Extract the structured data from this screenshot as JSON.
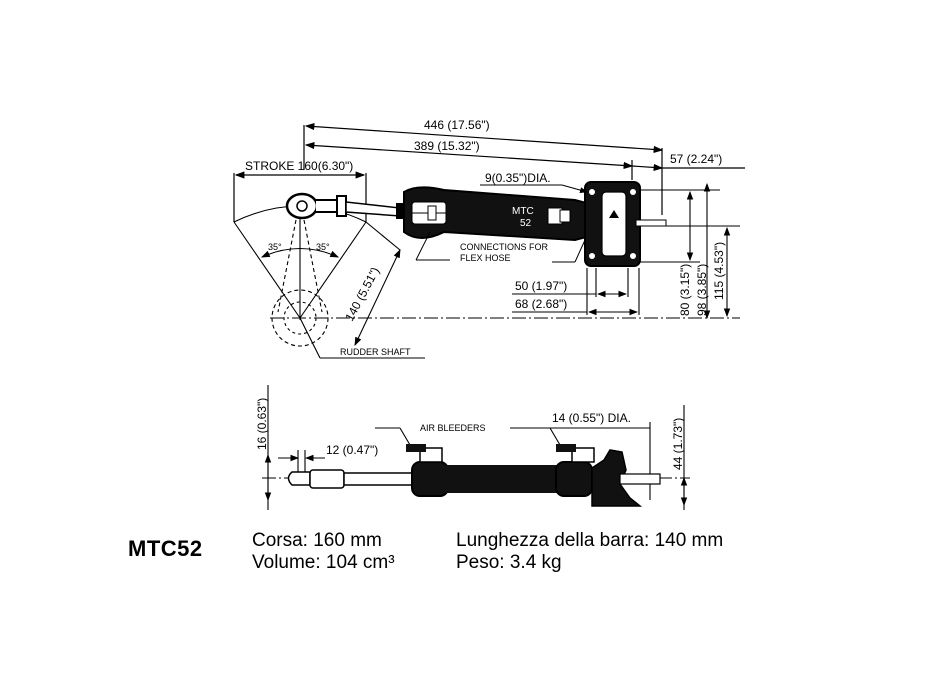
{
  "figure": {
    "top_view": {
      "overall_length": "446 (17.56\")",
      "mount_length": "389 (15.32\")",
      "offset": "57 (2.24\")",
      "stroke": "STROKE 160(6.30\")",
      "bolt_hole": "9(0.35\")DIA.",
      "cylinder_marking_1": "MTC",
      "cylinder_marking_2": "52",
      "connections_label_1": "CONNECTIONS FOR",
      "connections_label_2": "FLEX HOSE",
      "angle_left": "35°",
      "angle_right": "35°",
      "tiller_length": "140 (5.51\")",
      "rudder_shaft": "RUDDER SHAFT",
      "base_inner": "50 (1.97\")",
      "base_outer": "68 (2.68\")",
      "height_80": "80 (3.15\")",
      "height_98": "98 (3.85\")",
      "height_115": "115 (4.53\")"
    },
    "side_view": {
      "rod_height": "16 (0.63\")",
      "rod_end": "12 (0.47\")",
      "air_bleeders": "AIR BLEEDERS",
      "pin_dia": "14 (0.55\") DIA.",
      "overall_height": "44 (1.73\")"
    }
  },
  "spec": {
    "model": "MTC52",
    "corsa": "Corsa: 160 mm",
    "volume": "Volume: 104 cm³",
    "lunghezza": "Lunghezza della barra: 140 mm",
    "peso": "Peso: 3.4 kg"
  }
}
